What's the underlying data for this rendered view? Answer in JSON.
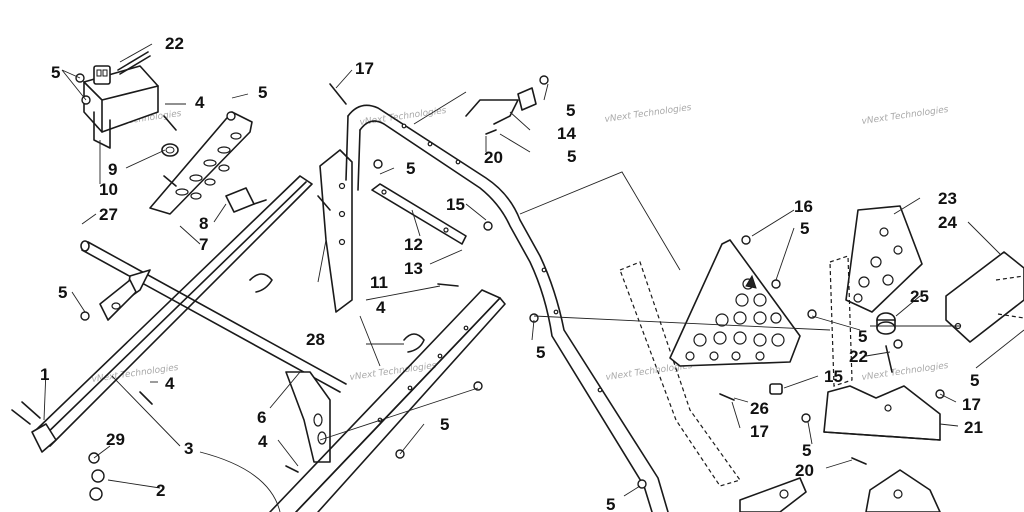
{
  "callouts": [
    "22",
    "5",
    "4",
    "5",
    "9",
    "10",
    "8",
    "7",
    "27",
    "5",
    "1",
    "4",
    "29",
    "3",
    "2",
    "17",
    "5",
    "11",
    "4",
    "28",
    "6",
    "4",
    "5",
    "20",
    "14",
    "5",
    "15",
    "12",
    "13",
    "5",
    "16",
    "5",
    "23",
    "24",
    "25",
    "5",
    "22",
    "15",
    "26",
    "17",
    "5",
    "20",
    "17",
    "21",
    "5",
    "5",
    "5"
  ],
  "watermark": "vNext Technologies"
}
